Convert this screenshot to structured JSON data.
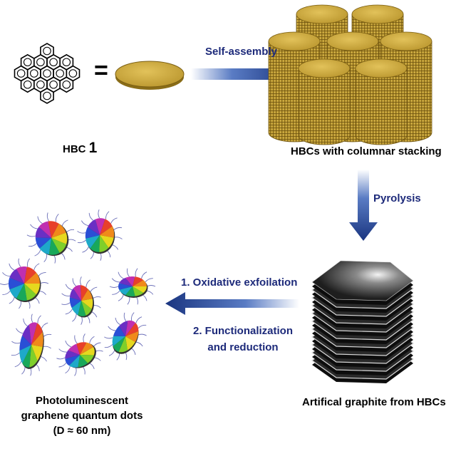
{
  "labels": {
    "equals_sign": "=",
    "hbc_prefix": "HBC",
    "hbc_number": "1",
    "self_assembly": "Self-assembly",
    "columnar_stacking": "HBCs with columnar stacking",
    "pyrolysis": "Pyrolysis",
    "step_1": "1. Oxidative exfoilation",
    "step_2_line1": "2. Functionalization",
    "step_2_line2": "and reduction",
    "graphite": "Artifical graphite from HBCs",
    "gqd_line1": "Photoluminescent",
    "gqd_line2": "graphene quantum dots",
    "gqd_line3": "(D ≈ 60 nm)"
  },
  "colors": {
    "disc_gold": "#c9a43a",
    "disc_gold_dark": "#8a6d18",
    "arrow_blue": "#1f3f8f",
    "step_text": "#1d2a7a",
    "graphite_dark": "#1a1a1a"
  }
}
